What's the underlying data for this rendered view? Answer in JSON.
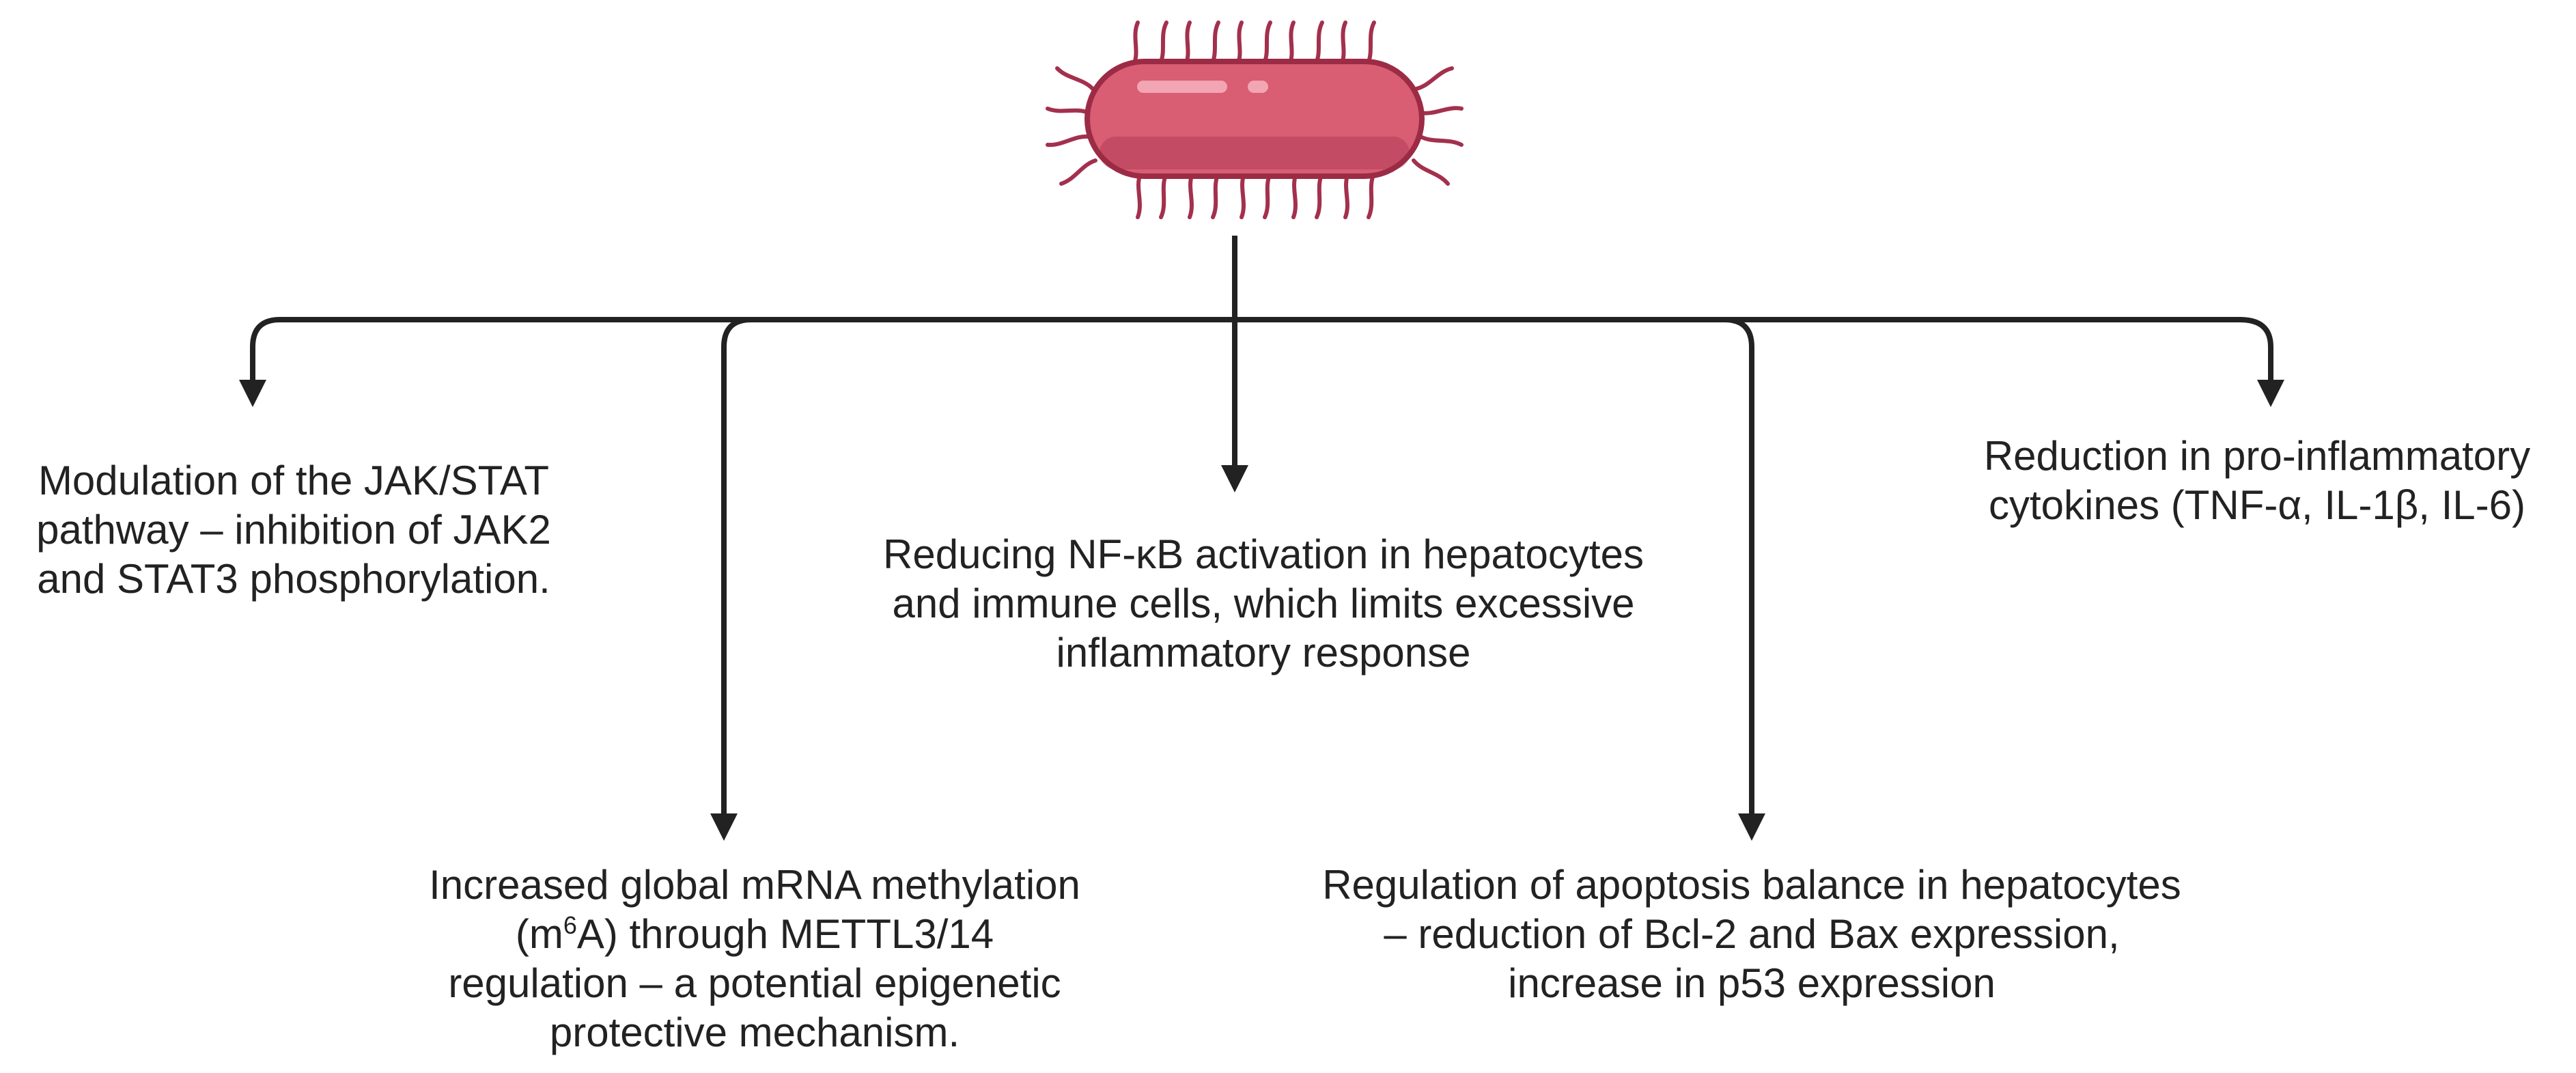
{
  "colors": {
    "line": "#222222",
    "bacterium_body": "#d95d73",
    "bacterium_outline": "#9c2b45",
    "bacterium_highlight": "#f2a5b2",
    "flagella": "#a3304d"
  },
  "icons": {
    "top": "rod-bacterium-icon"
  },
  "nodes": {
    "jak": {
      "line1": "Modulation of the JAK/STAT",
      "line2": "pathway – inhibition of JAK2",
      "line3": "and STAT3 phosphorylation."
    },
    "nfkb": {
      "line1": "Reducing NF-κB activation in hepatocytes",
      "line2": "and immune cells, which limits excessive",
      "line3": "inflammatory response"
    },
    "cytokines": {
      "line1": "Reduction in pro-inflammatory",
      "line2": "cytokines (TNF-α, IL-1β, IL-6)"
    },
    "mrna": {
      "line1": "Increased global mRNA methylation",
      "line2_pre": "(m",
      "line2_sup": "6",
      "line2_post": "A) through METTL3/14",
      "line3": "regulation – a potential epigenetic",
      "line4": "protective mechanism."
    },
    "apoptosis": {
      "line1": "Regulation of apoptosis balance in hepatocytes",
      "line2": "– reduction of Bcl-2 and Bax expression,",
      "line3": "increase in p53 expression"
    }
  }
}
